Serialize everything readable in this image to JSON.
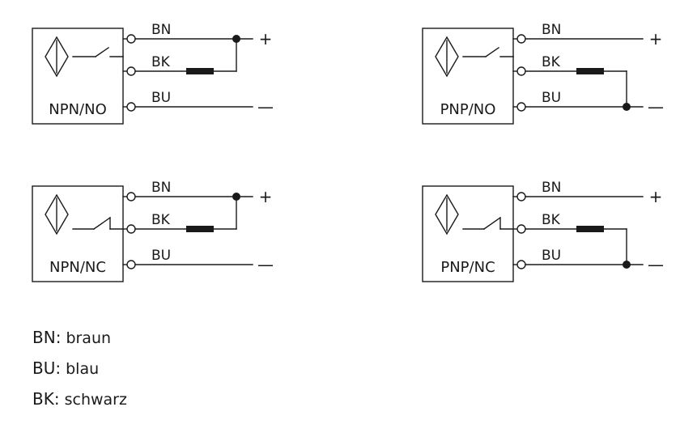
{
  "diagrams": [
    {
      "id": "npn-no",
      "box_label": "NPN/NO",
      "wires": [
        "BN",
        "BK",
        "BU"
      ],
      "plus_sign": "+",
      "minus_sign": "—",
      "switch": "no",
      "load_connects_to": "BN"
    },
    {
      "id": "pnp-no",
      "box_label": "PNP/NO",
      "wires": [
        "BN",
        "BK",
        "BU"
      ],
      "plus_sign": "+",
      "minus_sign": "—",
      "switch": "no",
      "load_connects_to": "BU"
    },
    {
      "id": "npn-nc",
      "box_label": "NPN/NC",
      "wires": [
        "BN",
        "BK",
        "BU"
      ],
      "plus_sign": "+",
      "minus_sign": "—",
      "switch": "nc",
      "load_connects_to": "BN"
    },
    {
      "id": "pnp-nc",
      "box_label": "PNP/NC",
      "wires": [
        "BN",
        "BK",
        "BU"
      ],
      "plus_sign": "+",
      "minus_sign": "—",
      "switch": "nc",
      "load_connects_to": "BU"
    }
  ],
  "legend": [
    {
      "code": "BN",
      "sep": ":",
      "desc": "braun"
    },
    {
      "code": "BU",
      "sep": ":",
      "desc": "blau"
    },
    {
      "code": "BK",
      "sep": ":",
      "desc": "schwarz"
    }
  ],
  "colors": {
    "line": "#1a1a1a",
    "background": "#ffffff"
  }
}
